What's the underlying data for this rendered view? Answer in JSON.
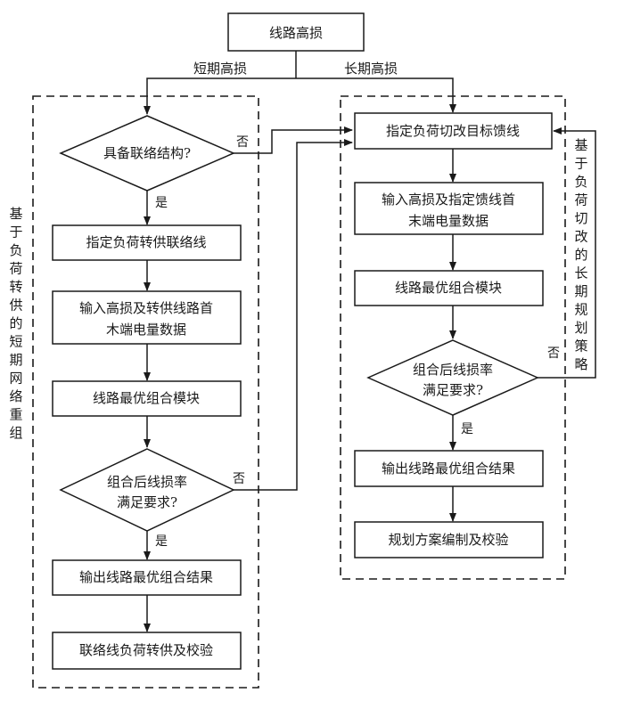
{
  "top": {
    "title": "线路高损"
  },
  "branches": {
    "short_term": "短期高损",
    "long_term": "长期高损"
  },
  "left": {
    "side_label": [
      "基",
      "于",
      "负",
      "荷",
      "转",
      "供",
      "的",
      "短",
      "期",
      "网",
      "络",
      "重",
      "组"
    ],
    "decision1": "具备联络结构?",
    "box1": "指定负荷转供联络线",
    "box2": [
      "输入高损及转供线路首",
      "木端电量数据"
    ],
    "box3": "线路最优组合模块",
    "decision2": [
      "组合后线损率",
      "满足要求?"
    ],
    "box4": "输出线路最优组合结果",
    "box5": "联络线负荷转供及校验"
  },
  "right": {
    "side_label": [
      "基",
      "于",
      "负",
      "荷",
      "切",
      "改",
      "的",
      "长",
      "期",
      "规",
      "划",
      "策",
      "略"
    ],
    "box1": "指定负荷切改目标馈线",
    "box2": [
      "输入高损及指定馈线首",
      "末端电量数据"
    ],
    "box3": "线路最优组合模块",
    "decision": [
      "组合后线损率",
      "满足要求?"
    ],
    "box4": "输出线路最优组合结果",
    "box5": "规划方案编制及校验"
  },
  "labels": {
    "yes": "是",
    "no": "否"
  }
}
